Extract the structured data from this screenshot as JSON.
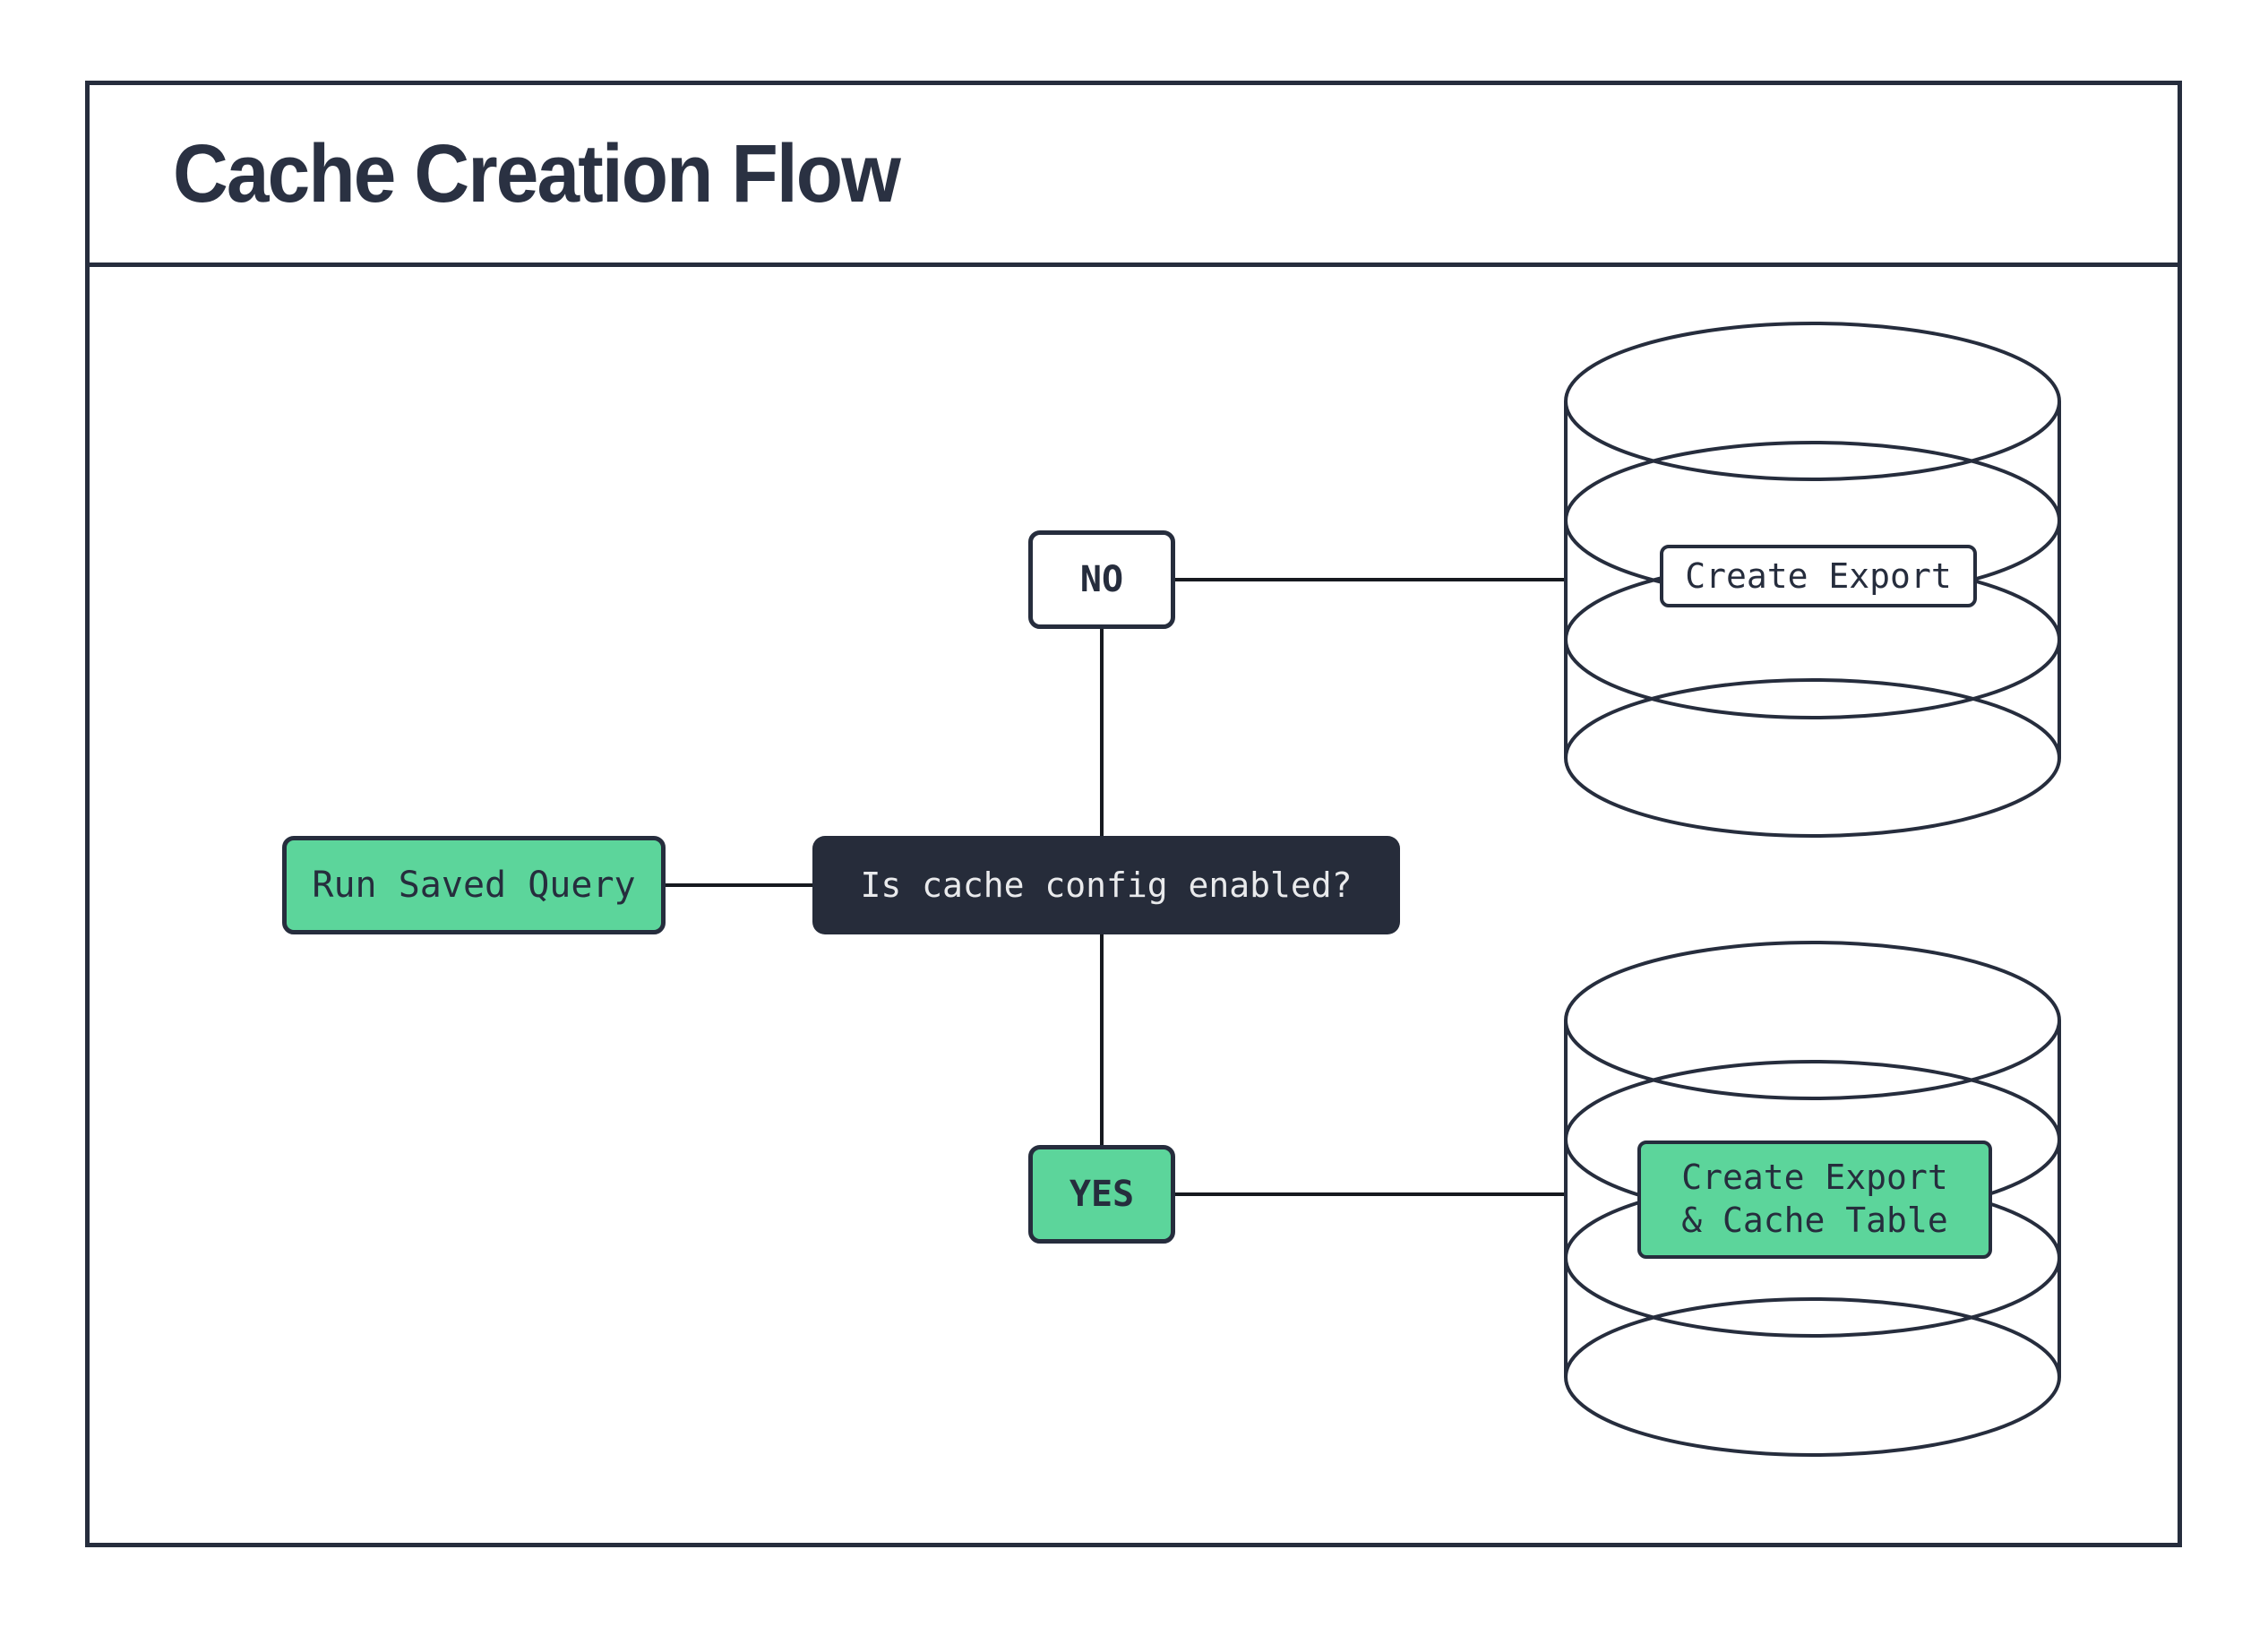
{
  "title": "Cache Creation Flow",
  "colors": {
    "ink": "#262d3d",
    "accent_green": "#5cd59b",
    "dark_node_bg": "#262c3a",
    "dark_node_text": "#e9eaec",
    "connector_line": "#16191f",
    "background": "#ffffff"
  },
  "nodes": {
    "start": {
      "label": "Run Saved Query"
    },
    "decision": {
      "label": "Is cache config enabled?"
    },
    "branch_no": {
      "label": "NO"
    },
    "branch_yes": {
      "label": "YES"
    },
    "result_no": {
      "label": "Create Export"
    },
    "result_yes": {
      "label": "Create Export & Cache Table",
      "line1": "Create Export",
      "line2": "& Cache Table"
    }
  },
  "icons": {
    "no_target": "database-icon",
    "yes_target": "database-icon"
  },
  "flow": [
    {
      "from": "Run Saved Query",
      "to": "Is cache config enabled?"
    },
    {
      "from": "Is cache config enabled?",
      "to": "NO"
    },
    {
      "from": "Is cache config enabled?",
      "to": "YES"
    },
    {
      "from": "NO",
      "to": "Create Export"
    },
    {
      "from": "YES",
      "to": "Create Export & Cache Table"
    }
  ]
}
